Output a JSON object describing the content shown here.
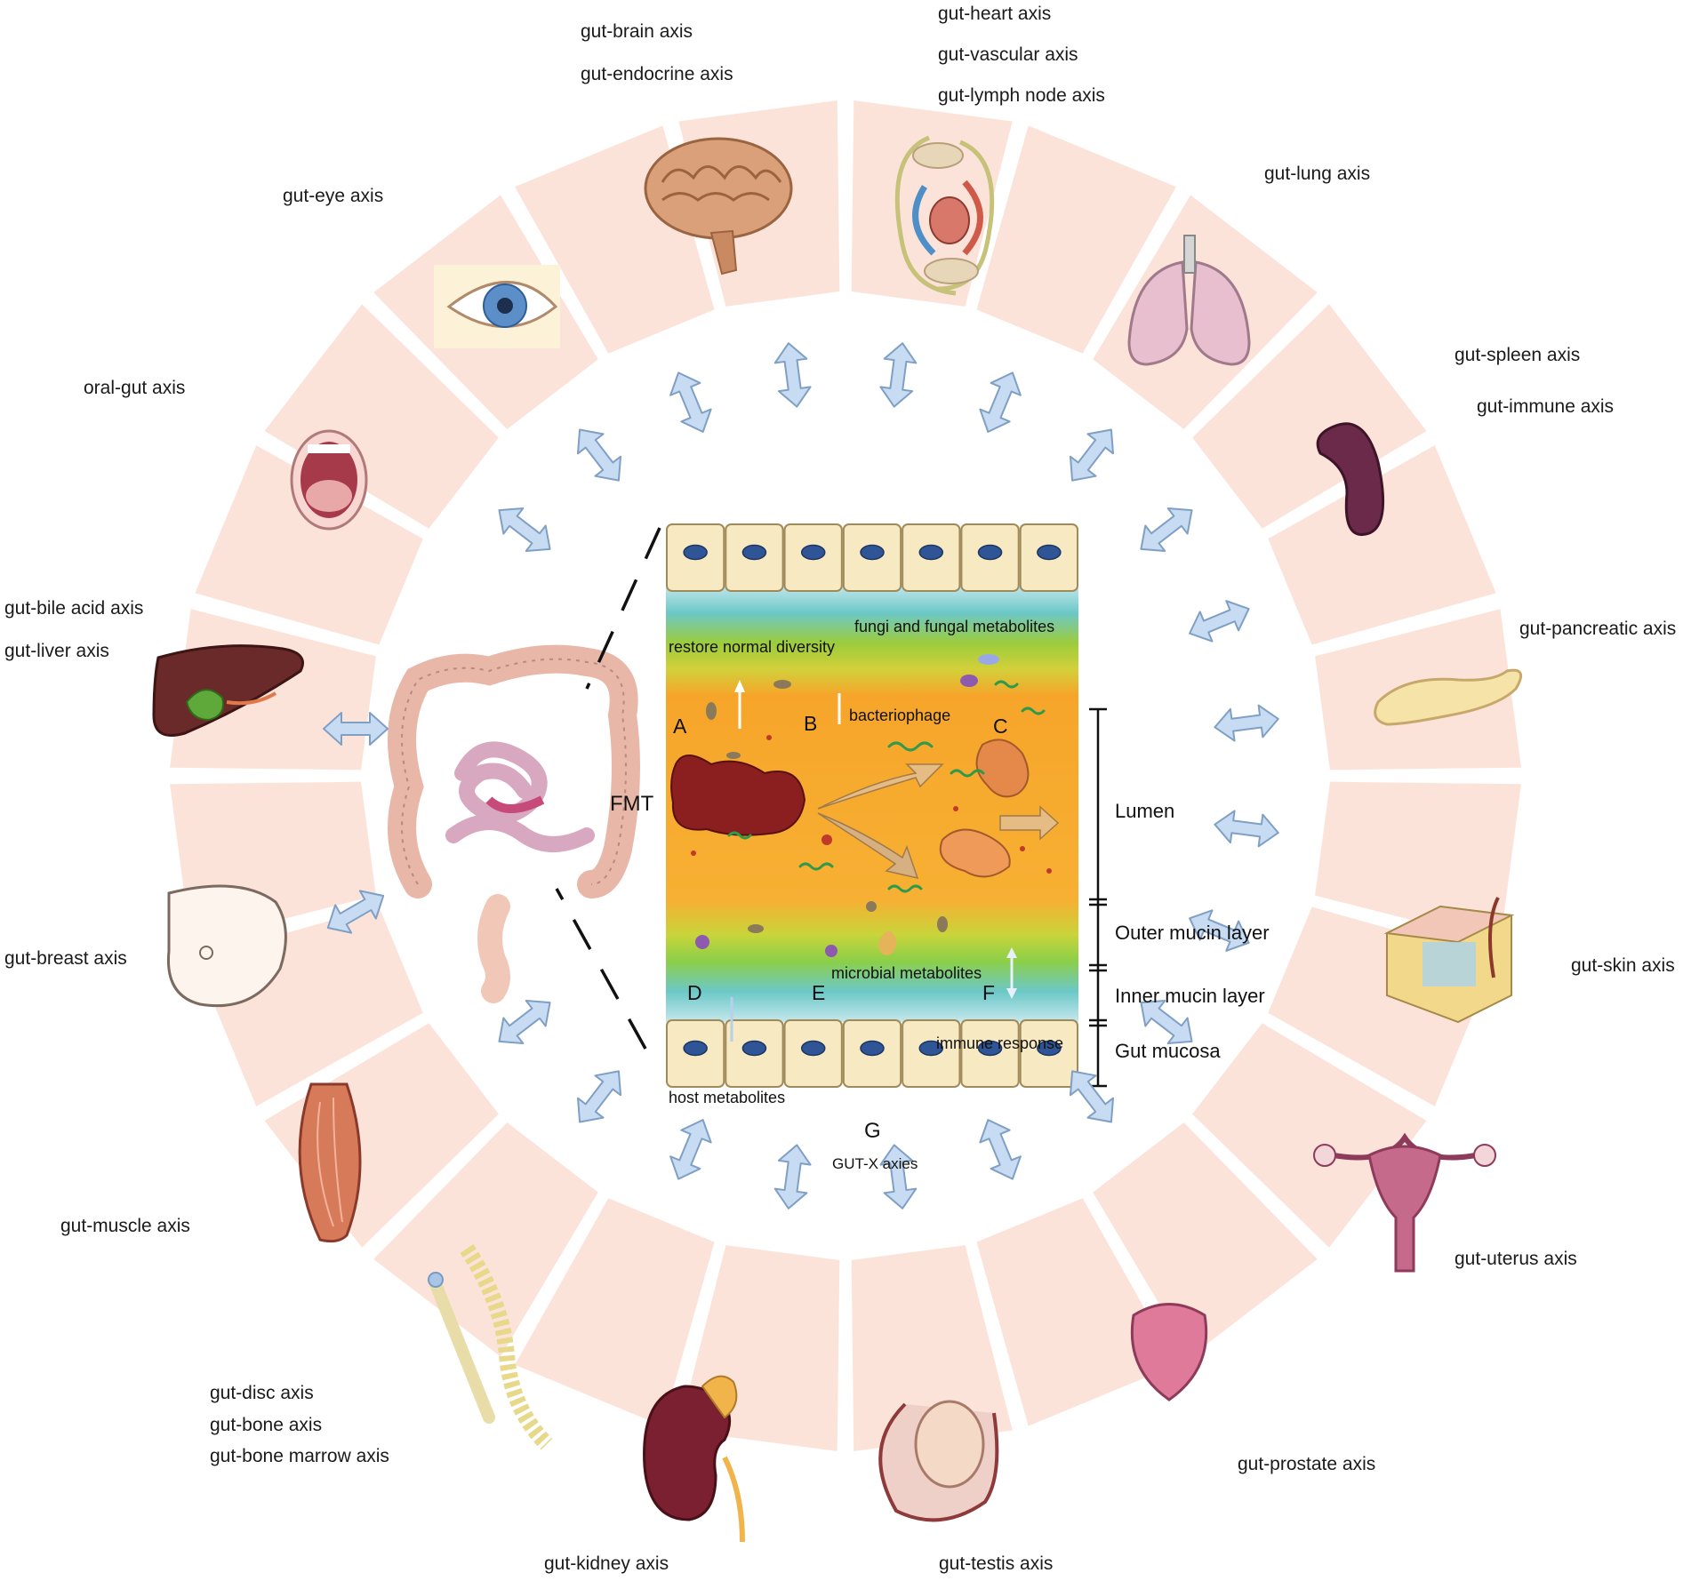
{
  "axis_labels": {
    "brain": "gut-brain axis",
    "endocrine": "gut-endocrine axis",
    "heart": "gut-heart axis",
    "vascular": "gut-vascular axis",
    "lymph": "gut-lymph node axis",
    "lung": "gut-lung axis",
    "spleen": "gut-spleen axis",
    "immune": "gut-immune axis",
    "pancreatic": "gut-pancreatic axis",
    "skin": "gut-skin axis",
    "uterus": "gut-uterus axis",
    "prostate": "gut-prostate axis",
    "testis": "gut-testis axis",
    "kidney": "gut-kidney axis",
    "disc": "gut-disc axis",
    "bone": "gut-bone axis",
    "bone_marrow": "gut-bone marrow axis",
    "muscle": "gut-muscle axis",
    "breast": "gut-breast axis",
    "bile": "gut-bile acid axis",
    "liver": "gut-liver axis",
    "oral": "oral-gut axis",
    "eye": "gut-eye axis"
  },
  "center": {
    "fmt": "FMT",
    "fungi": "fungi and fungal metabolites",
    "restore": "restore normal diversity",
    "bacteriophage": "bacteriophage",
    "microbial_metabolites": "microbial metabolites",
    "immune_response": "immune response",
    "host_metabolites": "host metabolites",
    "letters": {
      "a": "A",
      "b": "B",
      "c": "C",
      "d": "D",
      "e": "E",
      "f": "F",
      "g": "G"
    },
    "caption": "GUT-X axies"
  },
  "layers": {
    "lumen": "Lumen",
    "outer_mucin": "Outer mucin layer",
    "inner_mucin": "Inner mucin layer",
    "gut_mucosa": "Gut mucosa"
  },
  "colors": {
    "ring": "#fce3da",
    "arrow_fill": "#c7dcf2",
    "arrow_stroke": "#7f9fc4",
    "lumen_orange": "#f6a52a",
    "mucin_green": "#9ccc3c",
    "mucin_teal": "#6cc8c8",
    "cell": "#f7e9c2",
    "nucleus": "#2f5597"
  }
}
